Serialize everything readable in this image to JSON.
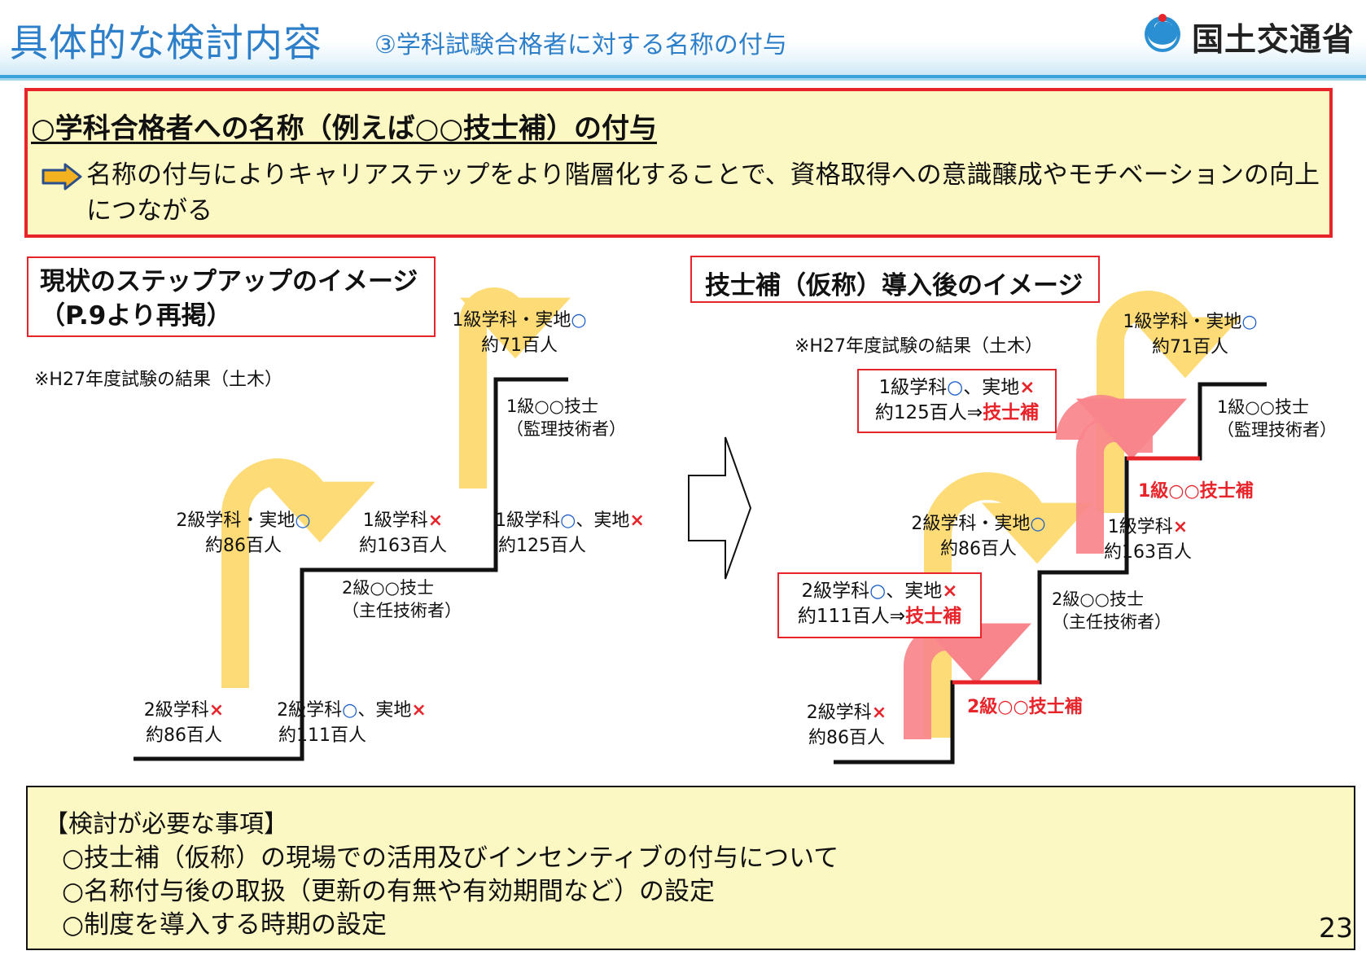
{
  "header": {
    "title": "具体的な検討内容",
    "subtitle": "③学科試験合格者に対する名称の付与",
    "org": "国土交通省",
    "accent_color": "#2e7fc9"
  },
  "summary": {
    "heading": "○学科合格者への名称（例えば○○技士補）の付与",
    "arrow_icon": "right-arrow-icon",
    "text": "名称の付与によりキャリアステップをより階層化することで、資格取得への意識醸成やモチベーションの向上につながる"
  },
  "left_diagram": {
    "label_line1": "現状のステップアップのイメージ",
    "label_line2": "（P.9より再掲）",
    "note": "※H27年度試験の結果（土木）",
    "step1_line1": "1級学科・実地",
    "step1_line2": "約71百人",
    "step2a_line1": "2級学科・実地",
    "step2a_line2": "約86百人",
    "step2b_line1": "1級学科",
    "step2b_line2": "約163百人",
    "step2c_line1": "1級学科",
    "step2c_mid": "、実地",
    "step2c_line2": "約125百人",
    "step3a_line1": "2級学科",
    "step3a_line2": "約86百人",
    "step3b_line1": "2級学科",
    "step3b_mid": "、実地",
    "step3b_line2": "約111百人",
    "level1_line1": "1級○○技士",
    "level1_line2": "（監理技術者）",
    "level2_line1": "2級○○技士",
    "level2_line2": "（主任技術者）"
  },
  "right_diagram": {
    "label": "技士補（仮称）導入後のイメージ",
    "note": "※H27年度試験の結果（土木）",
    "box1_line1a": "1級学科",
    "box1_line1b": "、実地",
    "box1_line2a": "約125百人⇒",
    "box1_line2b": "技士補",
    "box2_line1a": "2級学科",
    "box2_line1b": "、実地",
    "box2_line2a": "約111百人⇒",
    "box2_line2b": "技士補",
    "step1_line1": "1級学科・実地",
    "step1_line2": "約71百人",
    "step2a_line1": "2級学科・実地",
    "step2a_line2": "約86百人",
    "step2b_line1": "1級学科",
    "step2b_line2": "約163百人",
    "step3_line1": "2級学科",
    "step3_line2": "約86百人",
    "level1_line1": "1級○○技士",
    "level1_line2": "（監理技術者）",
    "level1_assist": "1級○○技士補",
    "level2_line1": "2級○○技士",
    "level2_line2": "（主任技術者）",
    "level2_assist": "2級○○技士補"
  },
  "symbols": {
    "circle": "○",
    "cross": "×"
  },
  "considerations": {
    "heading": "【検討が必要な事項】",
    "items": [
      "○技士補（仮称）の現場での活用及びインセンティブの付与について",
      "○名称付与後の取扱（更新の有無や有効期間など）の設定",
      "○制度を導入する時期の設定"
    ]
  },
  "page_number": "23",
  "colors": {
    "yellow_arrow": "#fddc78",
    "pink_arrow": "#f8858b",
    "red": "#e8242b",
    "blue_circle": "#1c5fc9",
    "box_fill": "#fcf8c4"
  }
}
